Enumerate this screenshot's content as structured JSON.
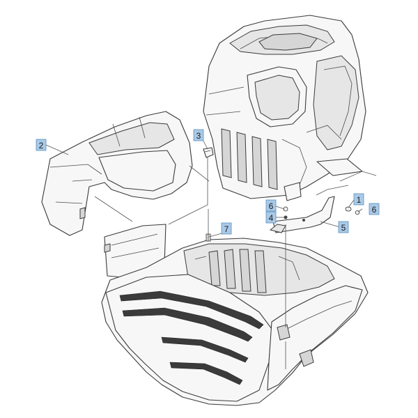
{
  "callouts": [
    {
      "id": "c1",
      "label": "1"
    },
    {
      "id": "c2",
      "label": "2"
    },
    {
      "id": "c3",
      "label": "3"
    },
    {
      "id": "c4",
      "label": "4"
    },
    {
      "id": "c5",
      "label": "5"
    },
    {
      "id": "c6a",
      "label": "6"
    },
    {
      "id": "c6b",
      "label": "6"
    },
    {
      "id": "c7",
      "label": "7"
    }
  ],
  "colors": {
    "callout_fill": "#a9c9e6",
    "line": "#3a3a3a",
    "background": "#ffffff"
  }
}
